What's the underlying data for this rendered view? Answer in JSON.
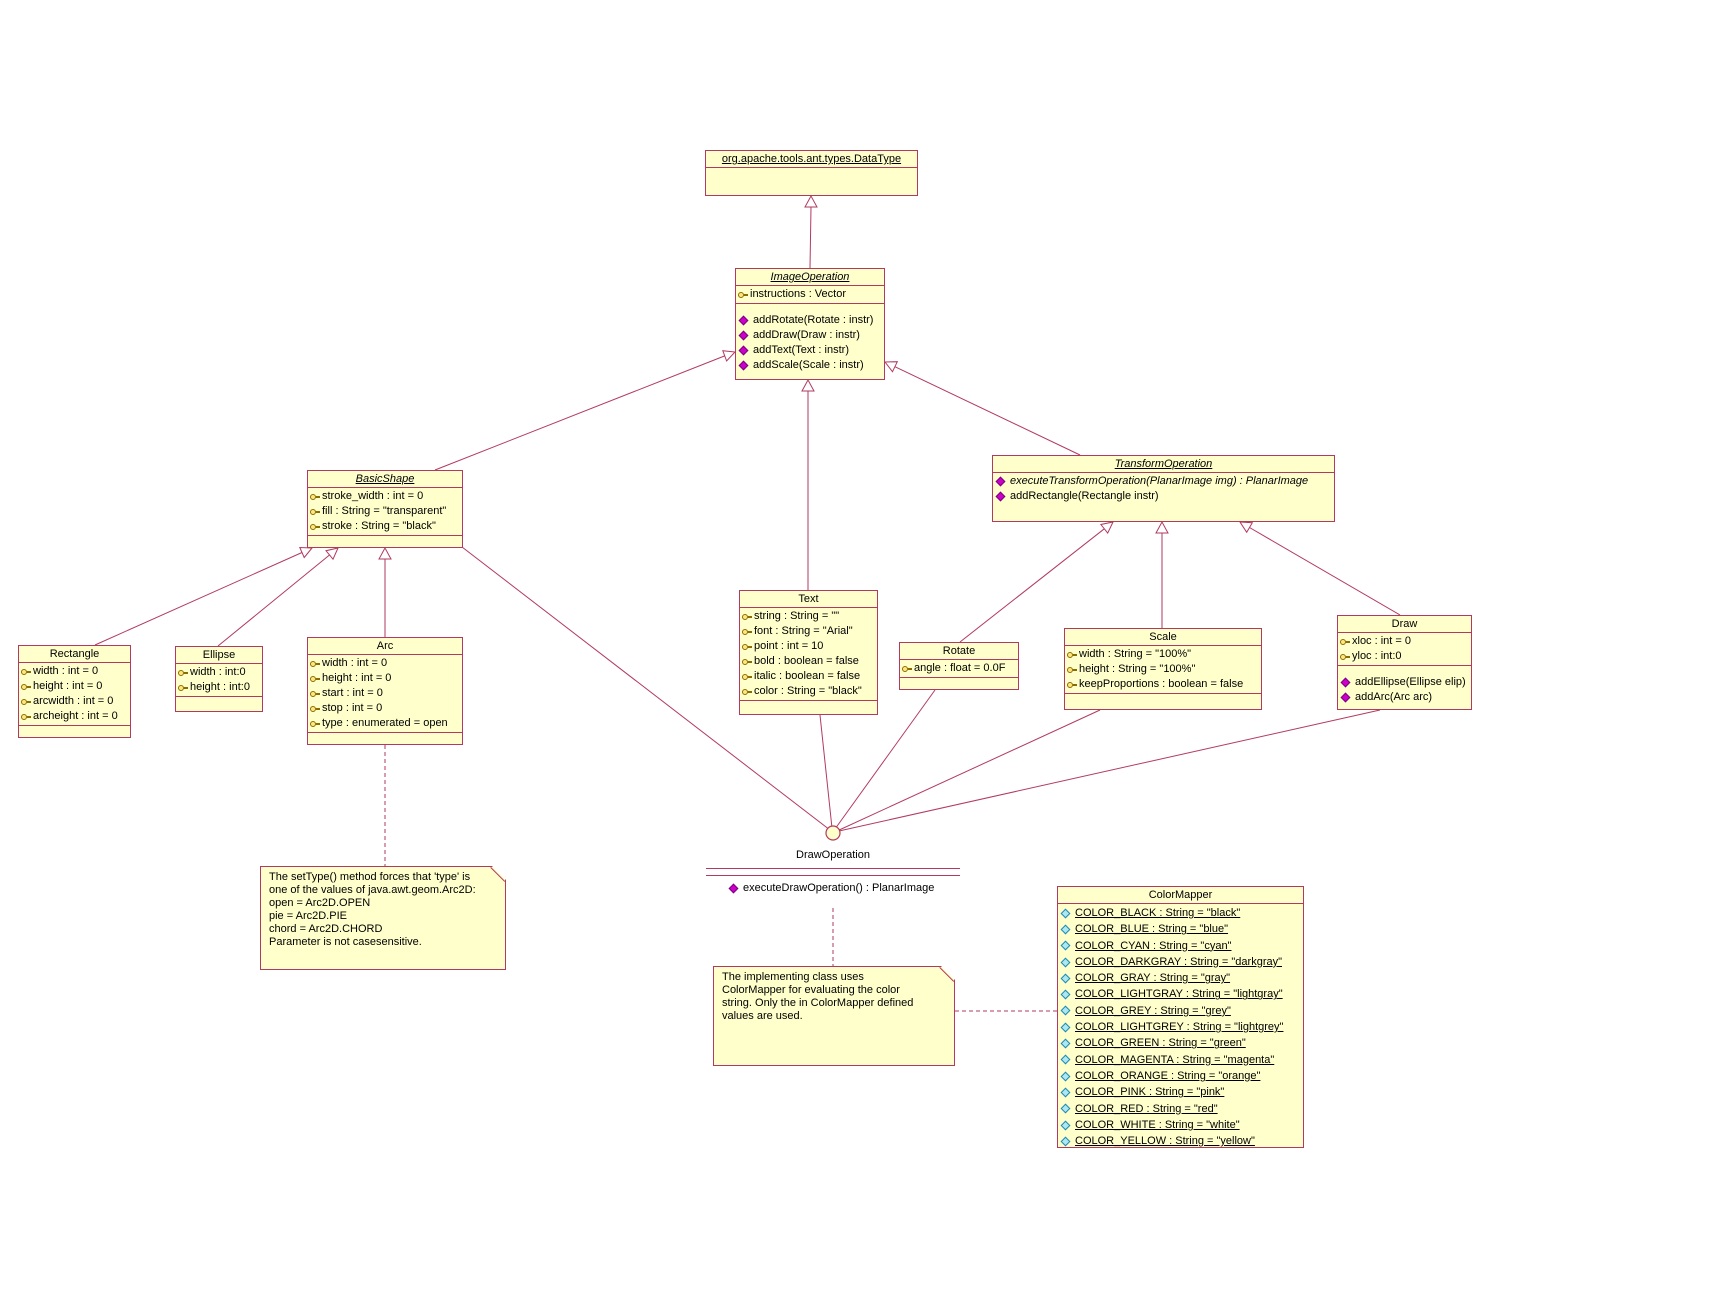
{
  "colors": {
    "box_fill": "#FFFFCC",
    "border": "#B23A60",
    "method_icon": "#CC00CC",
    "attr_icon": "#FFE680",
    "static_attr_icon": "#AEE6F2"
  },
  "classes": {
    "datatype": {
      "name": "org.apache.tools.ant.types.DataType"
    },
    "image_operation": {
      "name": "ImageOperation",
      "attributes": [
        "instructions : Vector"
      ],
      "methods": [
        "addRotate(Rotate : instr)",
        "addDraw(Draw : instr)",
        "addText(Text : instr)",
        "addScale(Scale : instr)"
      ]
    },
    "basic_shape": {
      "name": "BasicShape",
      "attributes": [
        "stroke_width : int = 0",
        "fill : String = \"transparent\"",
        "stroke : String = \"black\""
      ]
    },
    "transform_operation": {
      "name": "TransformOperation",
      "methods": [
        {
          "text": "executeTransformOperation(PlanarImage img) : PlanarImage",
          "italic": true
        },
        {
          "text": "addRectangle(Rectangle instr)"
        }
      ]
    },
    "rectangle": {
      "name": "Rectangle",
      "attributes": [
        "width : int = 0",
        "height : int = 0",
        "arcwidth : int = 0",
        "archeight : int = 0"
      ]
    },
    "ellipse": {
      "name": "Ellipse",
      "attributes": [
        "width : int:0",
        "height : int:0"
      ]
    },
    "arc": {
      "name": "Arc",
      "attributes": [
        "width : int = 0",
        "height : int = 0",
        "start : int = 0",
        "stop : int = 0",
        "type : enumerated = open"
      ]
    },
    "text": {
      "name": "Text",
      "attributes": [
        "string : String = \"\"",
        "font : String = \"Arial\"",
        "point : int = 10",
        "bold : boolean = false",
        "italic : boolean = false",
        "color : String = \"black\""
      ]
    },
    "rotate": {
      "name": "Rotate",
      "attributes": [
        "angle : float = 0.0F"
      ]
    },
    "scale": {
      "name": "Scale",
      "attributes": [
        "width : String = \"100%\"",
        "height : String = \"100%\"",
        "keepProportions : boolean = false"
      ]
    },
    "draw": {
      "name": "Draw",
      "attributes": [
        "xloc : int = 0",
        "yloc : int:0"
      ],
      "methods": [
        "addEllipse(Ellipse elip)",
        "addArc(Arc arc)"
      ]
    },
    "colormapper": {
      "name": "ColorMapper",
      "attributes": [
        "COLOR_BLACK : String = \"black\"",
        "COLOR_BLUE : String = \"blue\"",
        "COLOR_CYAN : String = \"cyan\"",
        "COLOR_DARKGRAY : String = \"darkgray\"",
        "COLOR_GRAY : String = \"gray\"",
        "COLOR_LIGHTGRAY : String = \"lightgray\"",
        "COLOR_GREY : String = \"grey\"",
        "COLOR_LIGHTGREY : String = \"lightgrey\"",
        "COLOR_GREEN : String = \"green\"",
        "COLOR_MAGENTA : String = \"magenta\"",
        "COLOR_ORANGE : String = \"orange\"",
        "COLOR_PINK : String = \"pink\"",
        "COLOR_RED : String = \"red\"",
        "COLOR_WHITE : String = \"white\"",
        "COLOR_YELLOW : String = \"yellow\""
      ]
    }
  },
  "interface": {
    "name": "DrawOperation",
    "method": "executeDrawOperation() : PlanarImage"
  },
  "notes": {
    "arc_note": {
      "lines": [
        "The setType() method forces that 'type' is",
        "one of the values of java.awt.geom.Arc2D:",
        "open = Arc2D.OPEN",
        "pie = Arc2D.PIE",
        "chord = Arc2D.CHORD",
        "Parameter is not casesensitive."
      ]
    },
    "colormapper_note": {
      "lines": [
        "The implementing class uses",
        "ColorMapper for evaluating the color",
        "string. Only the in ColorMapper defined",
        "values are used."
      ]
    }
  }
}
